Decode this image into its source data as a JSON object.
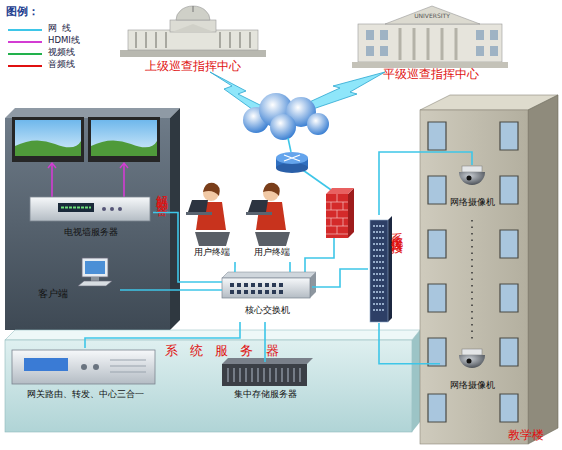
{
  "diagram": {
    "nodes": [
      {
        "text": [
          "上级巡查指挥中心"
        ]
      },
      {
        "text": [
          "平级巡查指挥中心"
        ]
      },
      {
        "text": [
          "解码设备"
        ]
      },
      {
        "text": [
          "电视墙服务器"
        ],
        "in": 2
      },
      {
        "text": [
          "客户端"
        ],
        "in": 2
      },
      {
        "text": [
          "用户终端"
        ]
      },
      {
        "text": [
          "用户终端"
        ]
      },
      {
        "text": [
          "系统接入接口"
        ]
      },
      {
        "text": [
          "教学楼"
        ]
      },
      {
        "text": [
          "网络摄像机"
        ],
        "in": 8
      },
      {
        "text": [
          "网络摄像机"
        ],
        "in": 8
      },
      {
        "text": [
          "核心交换机"
        ]
      },
      {
        "text": [
          "系 统 服 务 器"
        ]
      },
      {
        "text": [
          "网关路由、转发、中心三合一"
        ],
        "in": 12
      },
      {
        "text": [
          "集中存储服务器"
        ],
        "in": 12
      }
    ],
    "edges": [
      {
        "from": 3,
        "to": 11,
        "arrow": "none"
      },
      {
        "from": 4,
        "to": 11,
        "arrow": "none"
      },
      {
        "from": 5,
        "to": 11,
        "arrow": "none"
      },
      {
        "from": 6,
        "to": 11,
        "arrow": "none"
      },
      {
        "from": 11,
        "to": 7,
        "arrow": "none"
      },
      {
        "from": 7,
        "to": 9,
        "arrow": "none"
      },
      {
        "from": 7,
        "to": 10,
        "arrow": "none"
      },
      {
        "from": 11,
        "to": 13,
        "arrow": "none"
      },
      {
        "from": 11,
        "to": 14,
        "arrow": "none"
      }
    ],
    "labels": [
      "图例：",
      "UNIVERSITY"
    ],
    "legend": [
      {
        "text": "网  线",
        "color": "#3ec6e8"
      },
      {
        "text": "HDMI线",
        "color": "#d33cd3"
      },
      {
        "text": "视频线",
        "color": "#22b14c"
      },
      {
        "text": "音频线",
        "color": "#e01010"
      }
    ]
  }
}
